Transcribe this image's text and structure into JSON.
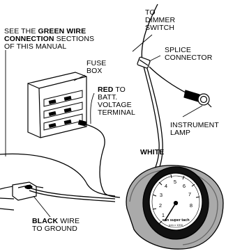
{
  "labels": {
    "dimmer": [
      "TO",
      "DIMMER",
      "SWITCH"
    ],
    "splice": [
      "SPLICE",
      "CONNECTOR"
    ],
    "green_note": {
      "line1": "SEE THE",
      "green": "GREEN",
      "wire": "WIRE",
      "connection": "CONNECTION",
      "line2_rest": "SECTIONS",
      "line3": "OF THIS MANUAL"
    },
    "fuse_box": [
      "FUSE",
      "BOX"
    ],
    "red": {
      "red": "RED",
      "to": "TO",
      "line2": "BATT.",
      "line3": "VOLTAGE",
      "line4": "TERMINAL"
    },
    "instrument_lamp": [
      "INSTRUMENT",
      "LAMP"
    ],
    "white": "WHITE",
    "black": {
      "black": "BLACK",
      "wire": "WIRE",
      "line2": "TO GROUND"
    }
  },
  "tach": {
    "dial_numbers": [
      "1",
      "2",
      "3",
      "4",
      "5",
      "6",
      "7",
      "8"
    ],
    "brand": "sun super tach",
    "sub": "rpm x 1000"
  }
}
